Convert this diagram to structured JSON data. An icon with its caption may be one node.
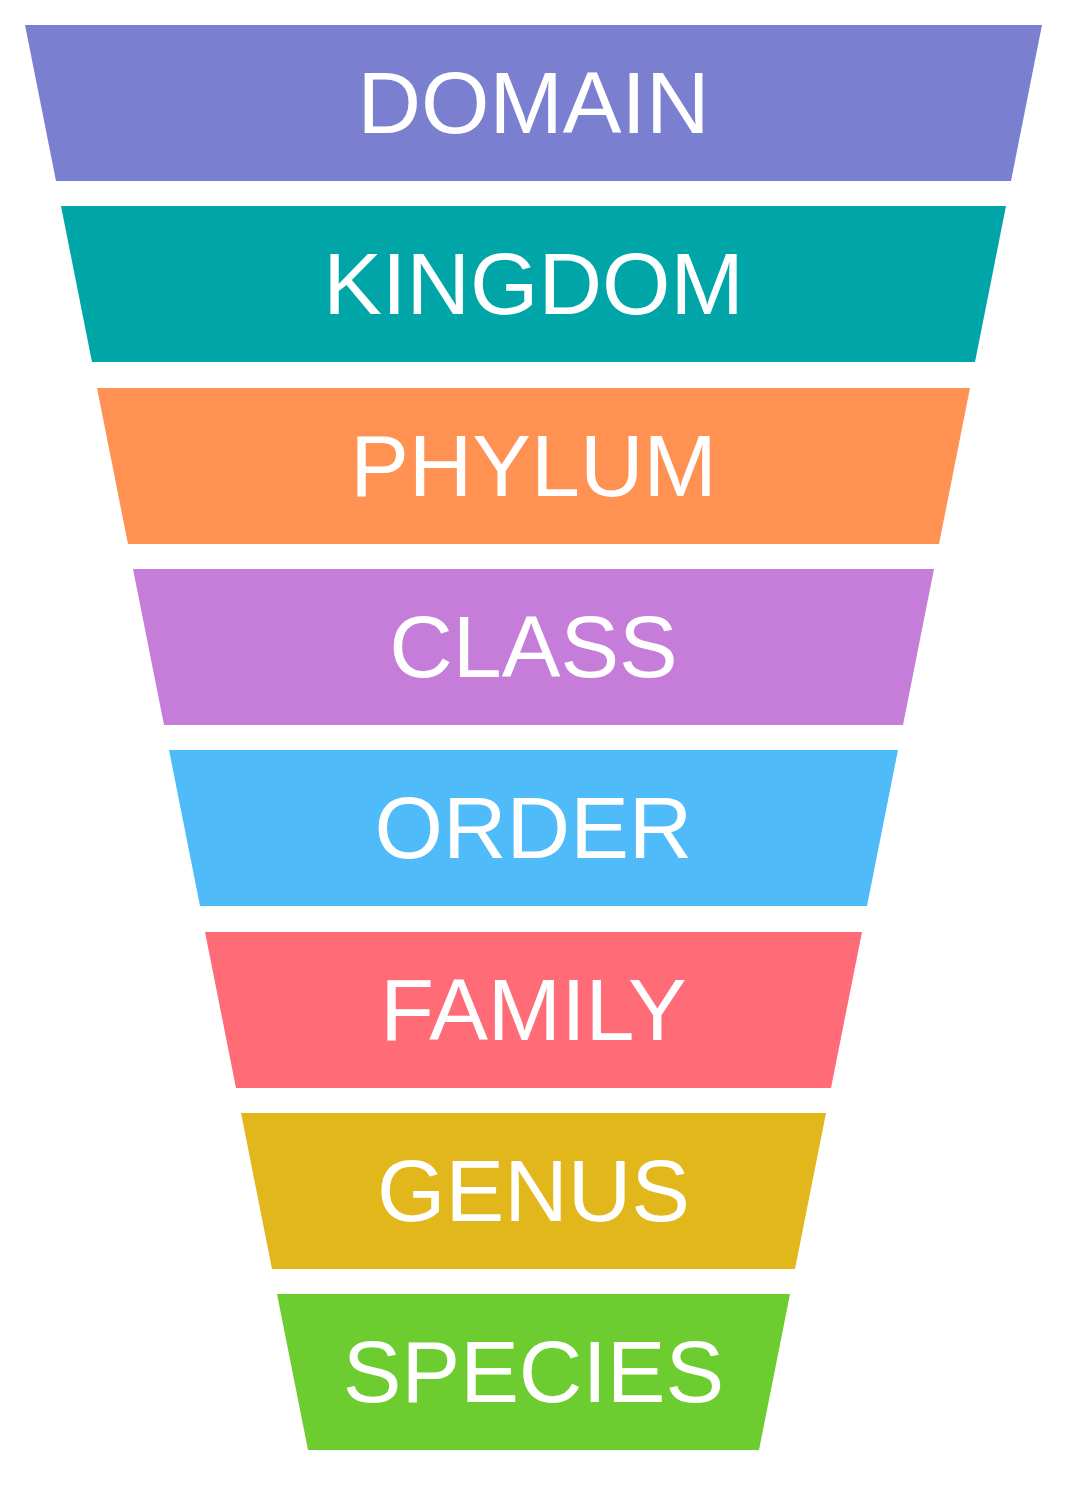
{
  "diagram": {
    "nodes": [
      {
        "text": [
          "DOMAIN"
        ]
      },
      {
        "text": [
          "KINGDOM"
        ]
      },
      {
        "text": [
          "PHYLUM"
        ]
      },
      {
        "text": [
          "CLASS"
        ]
      },
      {
        "text": [
          "ORDER"
        ]
      },
      {
        "text": [
          "FAMILY"
        ]
      },
      {
        "text": [
          "GENUS"
        ]
      },
      {
        "text": [
          "SPECIES"
        ]
      }
    ],
    "edges": []
  }
}
